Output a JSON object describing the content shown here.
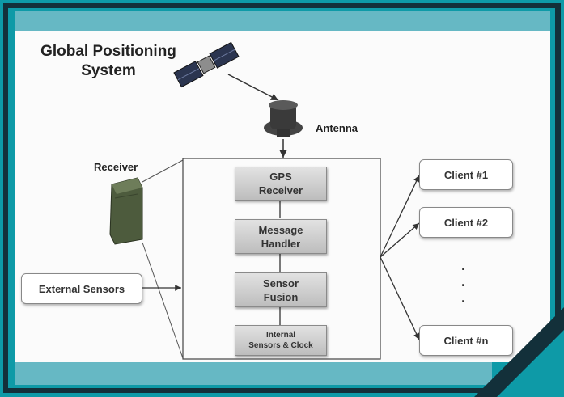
{
  "title_line1": "Global Positioning",
  "title_line2": "System",
  "antenna_label": "Antenna",
  "receiver_label": "Receiver",
  "external_sensors": "External Sensors",
  "inner_blocks": {
    "gps_line1": "GPS",
    "gps_line2": "Receiver",
    "message_line1": "Message",
    "message_line2": "Handler",
    "fusion_line1": "Sensor",
    "fusion_line2": "Fusion",
    "internal_line1": "Internal",
    "internal_line2": "Sensors & Clock"
  },
  "clients": [
    "Client #1",
    "Client #2",
    "Client #n"
  ],
  "ellipsis": ".\n.\n.",
  "colors": {
    "frame_teal": "#0e9aa7",
    "dark_border": "#13303a",
    "bar_light": "#66b8c4"
  }
}
